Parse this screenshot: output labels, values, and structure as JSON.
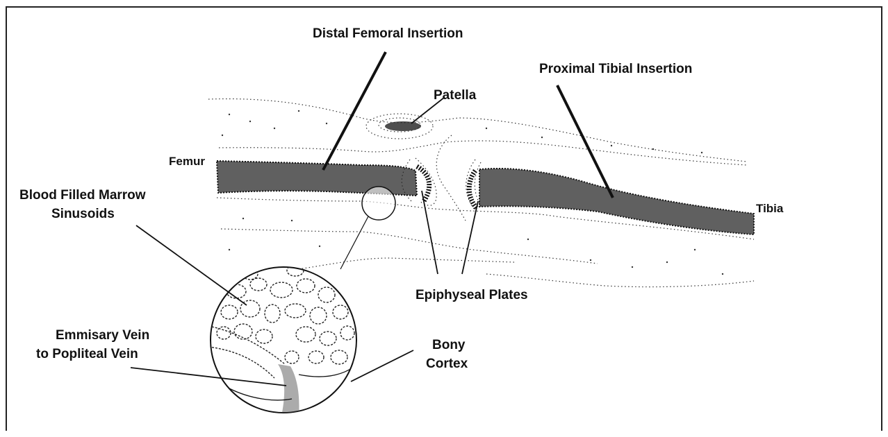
{
  "labels": {
    "distal_femoral_insertion": "Distal Femoral Insertion",
    "proximal_tibial_insertion": "Proximal Tibial Insertion",
    "patella": "Patella",
    "femur": "Femur",
    "tibia": "Tibia",
    "blood_filled_marrow_line1": "Blood Filled Marrow",
    "blood_filled_marrow_line2": "Sinusoids",
    "epiphyseal_plates": "Epiphyseal Plates",
    "emmisary_vein_line1": "Emmisary Vein",
    "emmisary_vein_line2": "to Popliteal Vein",
    "bony_cortex_line1": "Bony",
    "bony_cortex_line2": "Cortex"
  },
  "colors": {
    "ink": "#111111",
    "stipple": "#1a1a1a",
    "frame": "#222222"
  }
}
